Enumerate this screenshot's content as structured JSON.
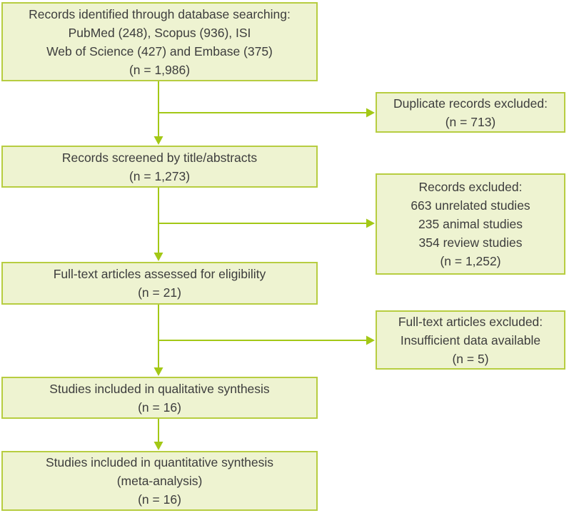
{
  "colors": {
    "box_fill": "#eef3d1",
    "box_border": "#b7cd40",
    "arrow": "#a3c816",
    "text": "#3d3d3d",
    "background": "#ffffff"
  },
  "flowchart": {
    "main_boxes": [
      {
        "id": "identification",
        "lines": [
          "Records identified through database searching:",
          "PubMed (248), Scopus (936), ISI",
          "Web of Science (427) and Embase (375)",
          "(n = 1,986)"
        ]
      },
      {
        "id": "screening",
        "lines": [
          "Records screened by title/abstracts",
          "(n = 1,273)"
        ]
      },
      {
        "id": "eligibility",
        "lines": [
          "Full-text articles assessed for eligibility",
          "(n = 21)"
        ]
      },
      {
        "id": "qualitative",
        "lines": [
          "Studies included in qualitative synthesis",
          "(n = 16)"
        ]
      },
      {
        "id": "quantitative",
        "lines": [
          "Studies included in quantitative synthesis",
          "(meta-analysis)",
          "(n = 16)"
        ]
      }
    ],
    "exclusion_boxes": [
      {
        "id": "duplicates",
        "lines": [
          "Duplicate records excluded:",
          "(n = 713)"
        ]
      },
      {
        "id": "records-excluded",
        "lines": [
          "Records excluded:",
          "663 unrelated studies",
          "235 animal studies",
          "354 review studies",
          "(n = 1,252)"
        ]
      },
      {
        "id": "fulltext-excluded",
        "lines": [
          "Full-text articles excluded:",
          "Insufficient data available",
          "(n = 5)"
        ]
      }
    ]
  }
}
